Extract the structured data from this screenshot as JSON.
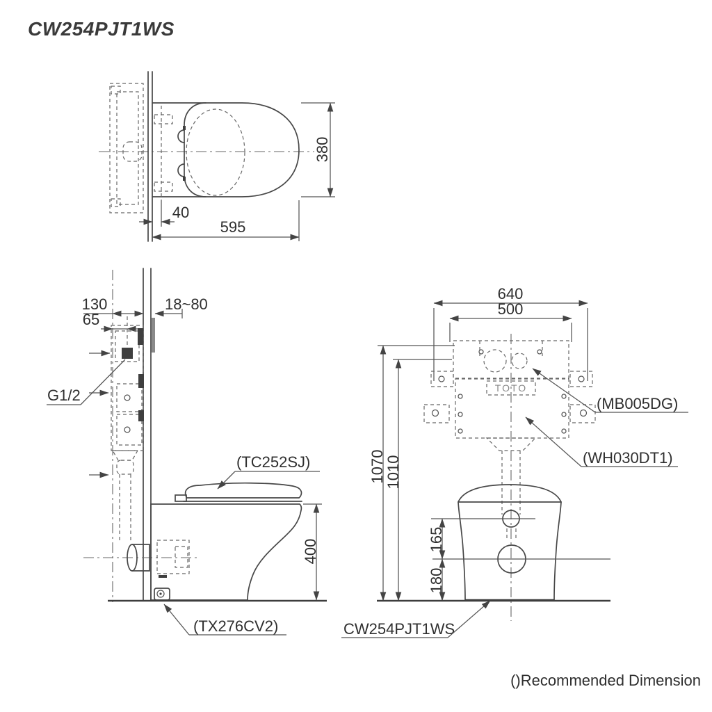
{
  "drawing": {
    "product_code": "CW254PJT1WS",
    "footnote": "()Recommended Dimension",
    "colors": {
      "line": "#474747",
      "background": "#ffffff"
    },
    "top_view": {
      "dims": {
        "seat_width": "380",
        "wall_to_hinge": "40",
        "overall_depth": "595"
      }
    },
    "side_view": {
      "dims": {
        "wall_to_supply_axis": "130",
        "supply_axis_to_inlet": "65",
        "wall_finish_range": "18~80",
        "rim_height": "400"
      },
      "labels": {
        "water_inlet_thread": "G1/2",
        "seat_cover_model": "(TC252SJ)",
        "fitting_model": "(TX276CV2)"
      }
    },
    "front_view": {
      "dims": {
        "frame_width": "640",
        "tank_width": "500",
        "frame_top_height": "1070",
        "tank_top_height": "1010",
        "button_to_outlet": "165",
        "outlet_height": "180"
      },
      "labels": {
        "flush_button_model": "(MB005DG)",
        "concealed_tank_model": "(WH030DT1)",
        "bowl_model": "CW254PJT1WS",
        "tank_logo": "TOTO"
      }
    }
  }
}
